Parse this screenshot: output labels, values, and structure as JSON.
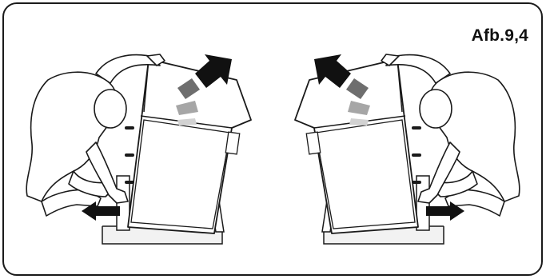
{
  "figure": {
    "label": "Afb.9,4"
  },
  "colors": {
    "outline": "#1a1a1a",
    "arrow_dark": "#111111",
    "arrow_mid": "#6e6e6e",
    "arrow_light": "#a6a6a6",
    "arrow_faint": "#d2d2d2",
    "base_fill": "#f2f2f2"
  },
  "scenes": [
    {
      "name": "left-scene",
      "person_side": "left",
      "lift_direction": "up-right",
      "push_direction": "left"
    },
    {
      "name": "right-scene",
      "person_side": "right",
      "lift_direction": "up-left",
      "push_direction": "right"
    }
  ]
}
